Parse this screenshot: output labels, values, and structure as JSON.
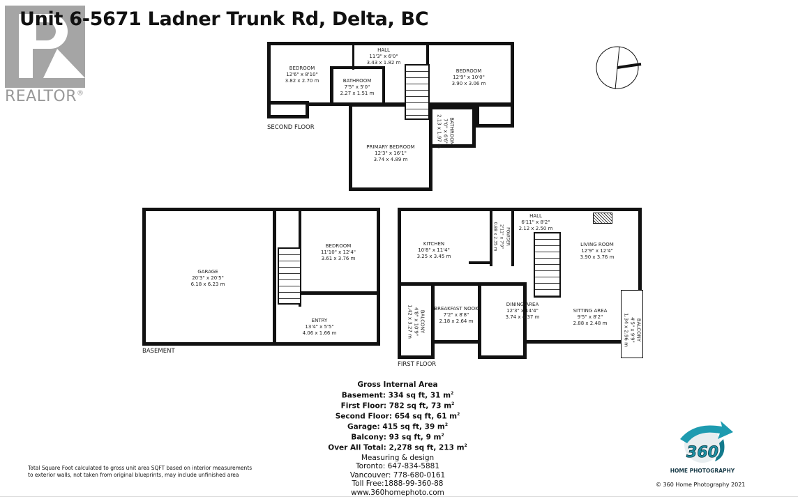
{
  "title": "Unit 6-5671 Ladner Trunk Rd, Delta, BC",
  "realtor_logo": {
    "word": "REALTOR",
    "mark": "®"
  },
  "compass": {
    "label": "N"
  },
  "second_floor": {
    "label": "SECOND FLOOR",
    "rooms": [
      {
        "name": "BEDROOM",
        "imperial": "12'6\" x 8'10\"",
        "metric": "3.82 x 2.70 m"
      },
      {
        "name": "HALL",
        "imperial": "11'3\" x 6'0\"",
        "metric": "3.43 x 1.82 m"
      },
      {
        "name": "BEDROOM",
        "imperial": "12'9\" x 10'0\"",
        "metric": "3.90 x 3.06 m"
      },
      {
        "name": "BATHROOM",
        "imperial": "7'5\" x 5'0\"",
        "metric": "2.27 x 1.51 m"
      },
      {
        "name": "BATHROOM",
        "imperial": "7'0\" x 6'6\"",
        "metric": "2.13 x 1.97 m"
      },
      {
        "name": "PRIMARY BEDROOM",
        "imperial": "12'3\" x 16'1\"",
        "metric": "3.74 x 4.89 m"
      }
    ]
  },
  "basement": {
    "label": "BASEMENT",
    "rooms": [
      {
        "name": "GARAGE",
        "imperial": "20'3\" x 20'5\"",
        "metric": "6.18 x 6.23 m"
      },
      {
        "name": "BEDROOM",
        "imperial": "11'10\" x 12'4\"",
        "metric": "3.61 x 3.76 m"
      },
      {
        "name": "ENTRY",
        "imperial": "13'4\" x 5'5\"",
        "metric": "4.06 x 1.66 m"
      }
    ]
  },
  "first_floor": {
    "label": "FIRST FLOOR",
    "rooms": [
      {
        "name": "KITCHEN",
        "imperial": "10'8\" x 11'4\"",
        "metric": "3.25 x 3.45 m"
      },
      {
        "name": "HALL",
        "imperial": "6'11\" x 8'2\"",
        "metric": "2.12 x 2.50 m"
      },
      {
        "name": "POWDER",
        "imperial": "2'11\" x 7'9\"",
        "metric": "0.88 x 2.35 m"
      },
      {
        "name": "LIVING ROOM",
        "imperial": "12'9\" x 12'4\"",
        "metric": "3.90 x 3.76 m"
      },
      {
        "name": "BALCONY",
        "imperial": "4'8\" x 10'9\"",
        "metric": "1.42 x 3.27 m"
      },
      {
        "name": "BREAKFAST NOOK",
        "imperial": "7'2\" x 8'8\"",
        "metric": "2.18 x 2.64 m"
      },
      {
        "name": "DINING AREA",
        "imperial": "12'3\" x 14'4\"",
        "metric": "3.74 x 4.37 m"
      },
      {
        "name": "SITTING AREA",
        "imperial": "9'5\" x 8'2\"",
        "metric": "2.88 x 2.48 m"
      },
      {
        "name": "BALCONY",
        "imperial": "4'5\" x 9'9\"",
        "metric": "1.34 x 2.96 m"
      }
    ]
  },
  "gross_area": {
    "heading": "Gross Internal Area",
    "lines": [
      "Basement: 334 sq ft, 31 m",
      "First Floor: 782 sq ft, 73 m",
      "Second Floor: 654 sq ft, 61 m",
      "Garage: 415 sq ft, 39 m",
      "Balcony: 93 sq ft, 9 m",
      "Over All Total: 2,278 sq ft, 213 m"
    ],
    "sup": "2"
  },
  "contact": {
    "line1": "Measuring & design",
    "toronto": "Toronto: 647-834-5881",
    "vancouver": "Vancouver: 778-680-0161",
    "tollfree": "Toll Free:1888-99-360-88",
    "website": "www.360homephoto.com"
  },
  "footnote": "Total Square Foot calculated to gross unit area SQFT based on interior measurements to exterior walls, not taken from original blueprints, may include unfinished area",
  "logo360": {
    "number": "360",
    "text": "HOME PHOTOGRAPHY"
  },
  "copyright": "©  360 Home Photography 2021"
}
